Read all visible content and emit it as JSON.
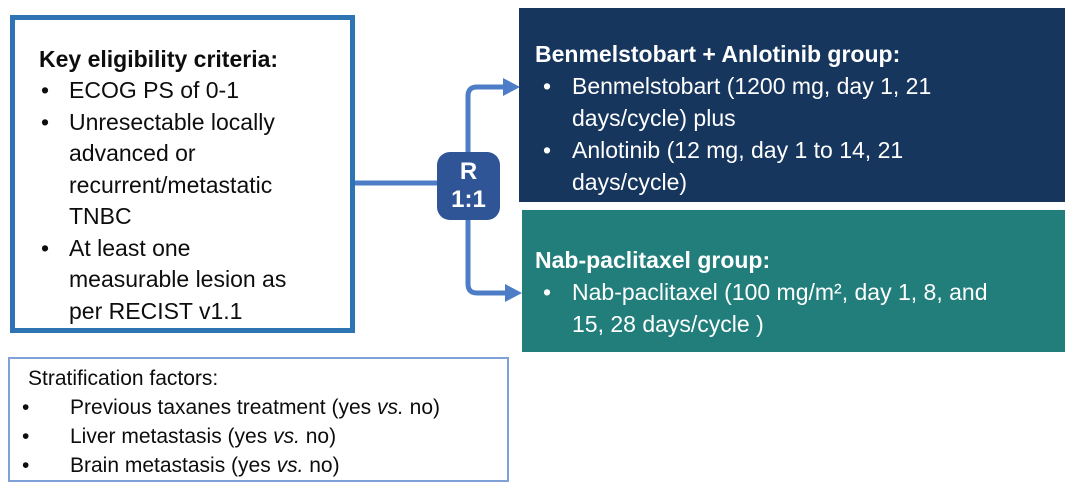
{
  "colors": {
    "border-blue": "#2E74B5",
    "connector-blue": "#4C7DC6",
    "r-node-fill": "#2F5597",
    "navy-fill": "#17365D",
    "teal-fill": "#217E7B",
    "strat-border": "#7FA1D8",
    "text-dark": "#0d0d0d",
    "text-light": "#ffffff",
    "background": "#ffffff"
  },
  "eligibility": {
    "title": "Key eligibility criteria:",
    "items": [
      "ECOG PS of 0-1",
      "Unresectable locally\nadvanced or\nrecurrent/metastatic\nTNBC",
      "At least one\nmeasurable lesion as\nper RECIST v1.1"
    ]
  },
  "randomization": {
    "label": "R",
    "ratio": "1:1"
  },
  "arm1": {
    "title": "Benmelstobart + Anlotinib group:",
    "items": [
      "Benmelstobart (1200 mg, day 1, 21\ndays/cycle) plus",
      "Anlotinib (12 mg, day 1 to 14, 21\ndays/cycle)"
    ]
  },
  "arm2": {
    "title": "Nab-paclitaxel group:",
    "items": [
      "Nab-paclitaxel (100 mg/m², day 1, 8, and\n15, 28 days/cycle  )"
    ]
  },
  "stratification": {
    "title": "Stratification factors:",
    "items": [
      {
        "pre": "Previous taxanes treatment (yes ",
        "emph": "vs.",
        "post": " no)"
      },
      {
        "pre": "Liver metastasis (yes ",
        "emph": "vs.",
        "post": " no)"
      },
      {
        "pre": "Brain metastasis (yes ",
        "emph": "vs.",
        "post": " no)"
      }
    ]
  }
}
